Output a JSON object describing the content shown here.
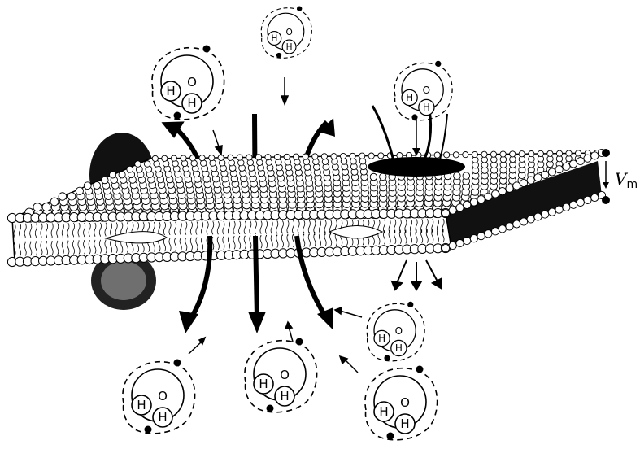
{
  "diagram": {
    "voltage_label": "V",
    "voltage_subscript": "m",
    "atoms": {
      "oxygen": "O",
      "hydrogen": "H"
    },
    "colors": {
      "ink": "#000000",
      "paper": "#ffffff"
    }
  }
}
